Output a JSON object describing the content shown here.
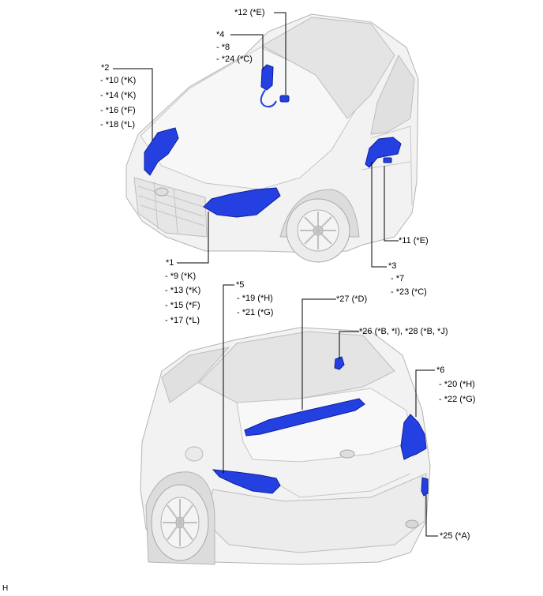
{
  "colors": {
    "body_fill": "#f2f2f2",
    "body_shade": "#dadada",
    "body_stroke": "#b4b4b4",
    "part_fill": "#2440e0",
    "part_dark": "#0c1f9a",
    "leader": "#000000"
  },
  "labels": {
    "l1": "*1",
    "l9": "- *9 (*K)",
    "l13": "- *13 (*K)",
    "l15": "- *15 (*F)",
    "l17": "- *17 (*L)",
    "l2": "*2",
    "l10": "- *10 (*K)",
    "l14": "- *14 (*K)",
    "l16": "- *16 (*F)",
    "l18": "- *18 (*L)",
    "l3": "*3",
    "l7": "- *7",
    "l23": "- *23 (*C)",
    "l4": "*4",
    "l8": "- *8",
    "l24": "- *24 (*C)",
    "l5": "*5",
    "l19": "- *19 (*H)",
    "l21": "- *21 (*G)",
    "l6": "*6",
    "l20": "- *20 (*H)",
    "l22": "- *22 (*G)",
    "l11": "*11 (*E)",
    "l12": "*12 (*E)",
    "l25": "*25 (*A)",
    "l26": "*26 (*B, *I), *28 (*B, *J)",
    "l27": "*27 (*D)",
    "corner": "H"
  }
}
